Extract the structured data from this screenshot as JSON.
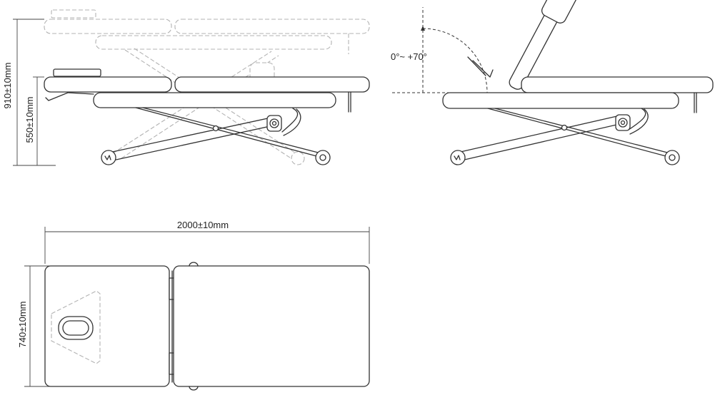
{
  "dimensions": {
    "total_height": "910±10mm",
    "base_height": "550±10mm",
    "backrest_angle": "0°~ +70°",
    "length": "2000±10mm",
    "width": "740±10mm"
  }
}
